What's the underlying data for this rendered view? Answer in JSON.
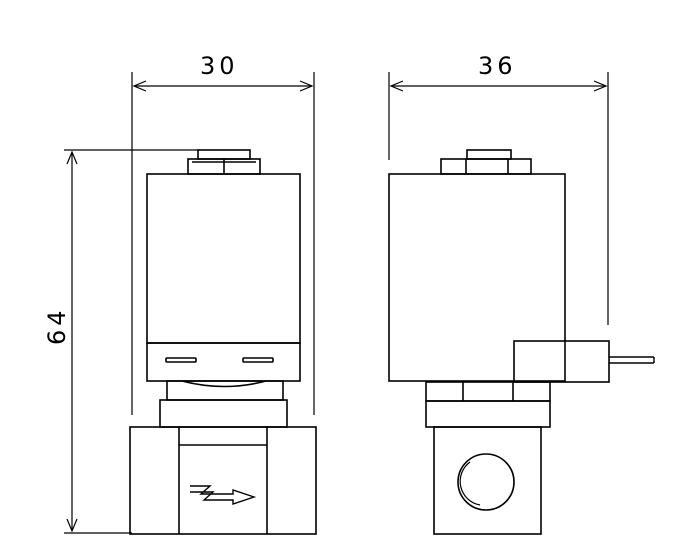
{
  "dimensions": {
    "front_width": "30",
    "side_width": "36",
    "height": "64"
  },
  "colors": {
    "line": "#000000",
    "background": "#ffffff"
  },
  "symbols": {
    "flow_direction": "flow-arrow-icon",
    "port": "port-opening-icon"
  }
}
